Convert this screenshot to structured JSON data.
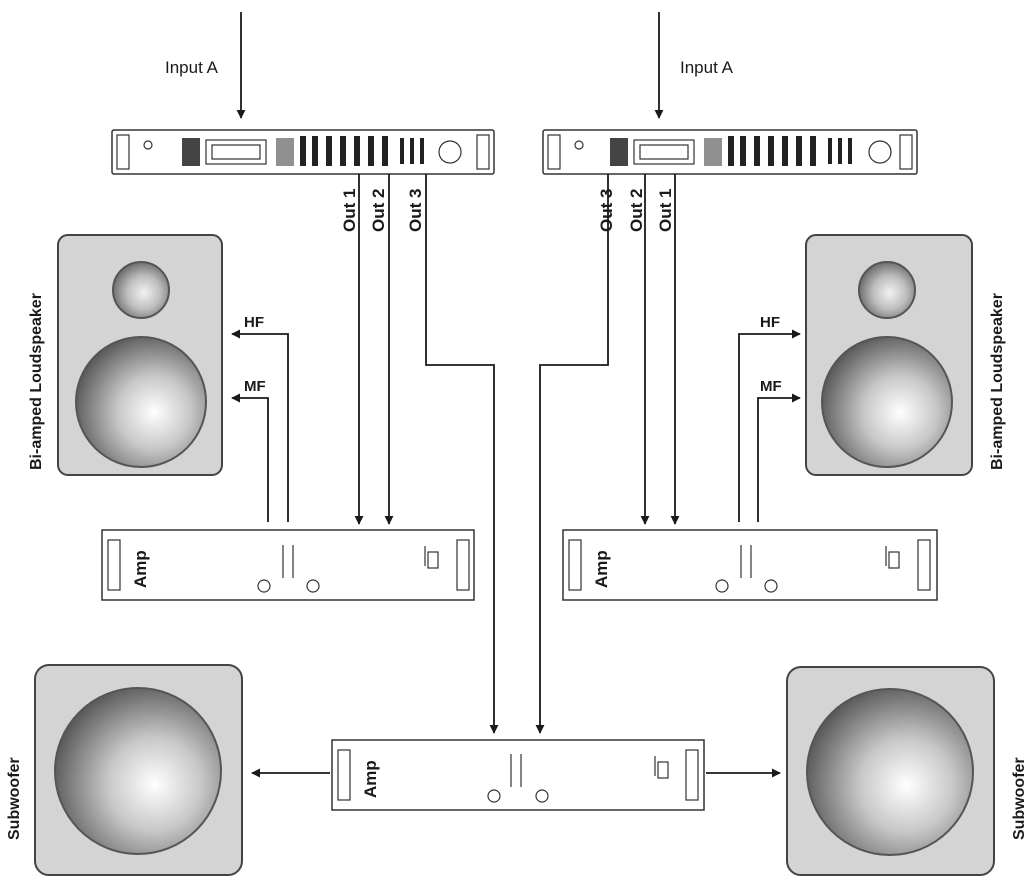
{
  "inputs": {
    "left": "Input A",
    "right": "Input A"
  },
  "outputs": {
    "left": [
      "Out 1",
      "Out 2",
      "Out 3"
    ],
    "right": [
      "Out 3",
      "Out 2",
      "Out 1"
    ]
  },
  "bands": {
    "hf": "HF",
    "mf": "MF"
  },
  "speakers": {
    "biamp_left": "Bi-amped Loudspeaker",
    "biamp_right": "Bi-amped Loudspeaker",
    "sub_left": "Subwoofer",
    "sub_right": "Subwoofer"
  },
  "amps": {
    "left": "Amp",
    "right": "Amp",
    "center": "Amp"
  }
}
